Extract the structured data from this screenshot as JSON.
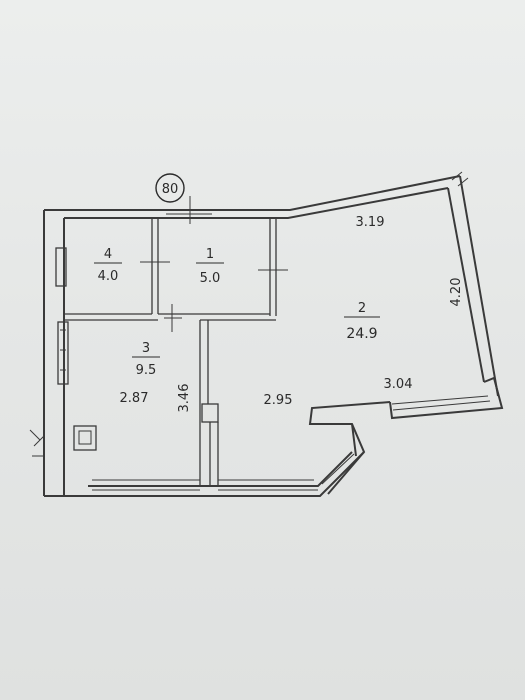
{
  "plan": {
    "building_number": "80",
    "rooms": [
      {
        "number": "1",
        "area": "5.0"
      },
      {
        "number": "2",
        "area": "24.9"
      },
      {
        "number": "3",
        "area": "9.5"
      },
      {
        "number": "4",
        "area": "4.0"
      }
    ],
    "dimensions": {
      "top": "3.19",
      "right": "4.20",
      "balcony": "3.04",
      "room2_width": "2.95",
      "room3_width": "2.87",
      "room3_height": "3.46"
    }
  }
}
